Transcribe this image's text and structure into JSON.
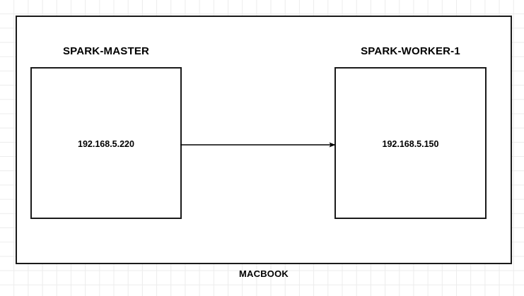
{
  "diagram": {
    "type": "network-topology",
    "container": {
      "caption": "MACBOOK"
    },
    "nodes": [
      {
        "id": "spark-master",
        "title": "SPARK-MASTER",
        "ip": "192.168.5.220"
      },
      {
        "id": "spark-worker-1",
        "title": "SPARK-WORKER-1",
        "ip": "192.168.5.150"
      }
    ],
    "connections": [
      {
        "id": "master-to-worker",
        "from": "spark-master",
        "to": "spark-worker-1",
        "style": "solid",
        "arrowhead": "filled-triangle",
        "label": ""
      }
    ],
    "colors": {
      "stroke": "#1a1a1a",
      "fill": "#ffffff",
      "text": "#000000",
      "grid": "#ececec",
      "background": "#ffffff"
    }
  }
}
